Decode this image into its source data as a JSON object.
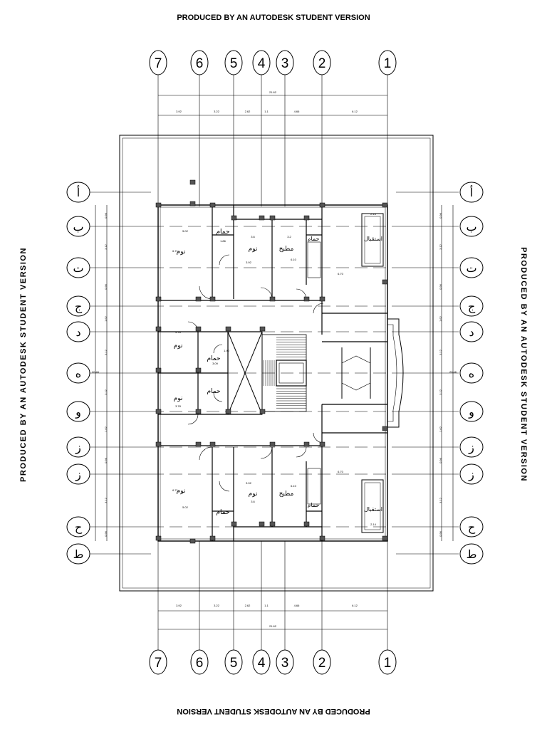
{
  "watermark": "PRODUCED BY AN AUTODESK STUDENT VERSION",
  "column_axes": [
    "7",
    "6",
    "5",
    "4",
    "3",
    "2",
    "1"
  ],
  "row_axes": [
    "أ",
    "ب",
    "ت",
    "ج",
    "د",
    "ه",
    "و",
    "ز",
    "ز",
    "ح",
    "ط"
  ],
  "dimensions": {
    "total": "21.62",
    "segments": [
      "3.92",
      "3.22",
      "2.62",
      "1.1",
      "4.66",
      "6.12"
    ],
    "side": [
      "0.96",
      "3.12",
      "0.96",
      "1.62",
      "3.12",
      "3.12",
      "1.62",
      "0.96",
      "3.12",
      "0.96"
    ],
    "mid_marker": "20.46"
  },
  "rooms": {
    "bedroom": "نوم",
    "bathroom": "حمام",
    "kitchen": "مطبخ",
    "reception": "استقبال"
  },
  "room_dims": {
    "r_bed1": "5.02",
    "r_bed1_h": "6.71",
    "r_bath1": "1.86",
    "r_bed2_w": "3.6",
    "r_bed2_h": "3.92",
    "r_kitchen_w": "3.2",
    "r_kitchen_h": "6.10",
    "r_rec_w": "2.14",
    "r_rec_h": "6.70",
    "r_mid1": "4.78",
    "r_mid2": "3.78",
    "r_bath2": "1.90",
    "r_bath3": "3.09"
  }
}
